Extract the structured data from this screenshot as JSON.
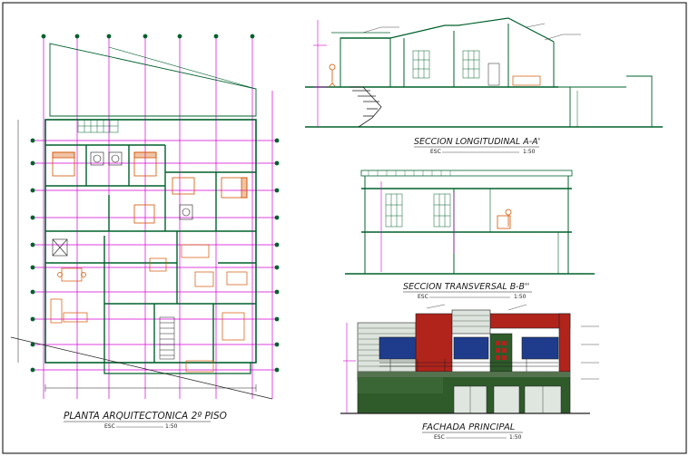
{
  "sheet": {
    "line_colors": {
      "primary": "#00602c",
      "grid": "#d400d4",
      "accent": "#d35400",
      "dark": "#1f1f1f"
    }
  },
  "floor_plan": {
    "title": "PLANTA ARQUITECTONICA 2º PISO",
    "esc_label": "ESC",
    "scale": "1:50"
  },
  "section_longitudinal": {
    "title": "SECCION LONGITUDINAL A-A'",
    "esc_label": "ESC",
    "scale": "1:50"
  },
  "section_transversal": {
    "title": "SECCION TRANSVERSAL B-B''",
    "esc_label": "ESC",
    "scale": "1:50"
  },
  "facade": {
    "title": "FACHADA PRINCIPAL",
    "esc_label": "ESC",
    "scale": "1:50",
    "colors": {
      "window_blue": "#1f3c8c",
      "panel_red": "#b0241c",
      "wall_green": "#2f5a2a",
      "stripe": "#9aa69a"
    }
  }
}
